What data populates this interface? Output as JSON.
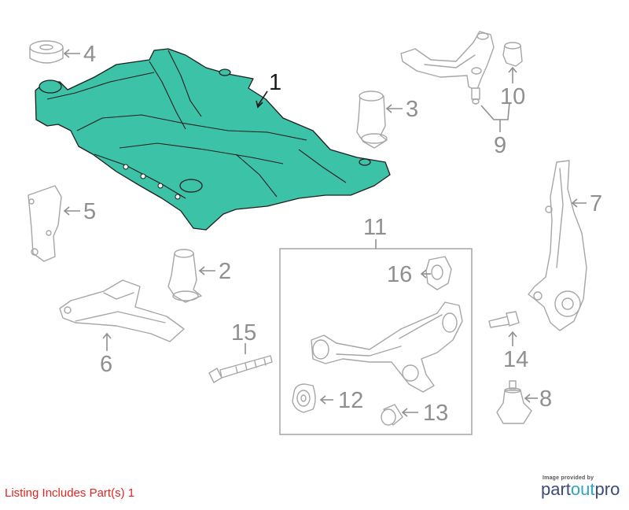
{
  "callouts": {
    "c1": "1",
    "c2": "2",
    "c3": "3",
    "c4": "4",
    "c5": "5",
    "c6": "6",
    "c7": "7",
    "c8": "8",
    "c9": "9",
    "c10": "10",
    "c11": "11",
    "c12": "12",
    "c13": "13",
    "c14": "14",
    "c15": "15",
    "c16": "16"
  },
  "highlight_color": "#3cc2a6",
  "footer": {
    "listing_note": "Listing Includes Part(s) 1",
    "provider_caption": "Image provided by",
    "logo_part1": "part",
    "logo_part2": "out",
    "logo_part3": "pro"
  }
}
